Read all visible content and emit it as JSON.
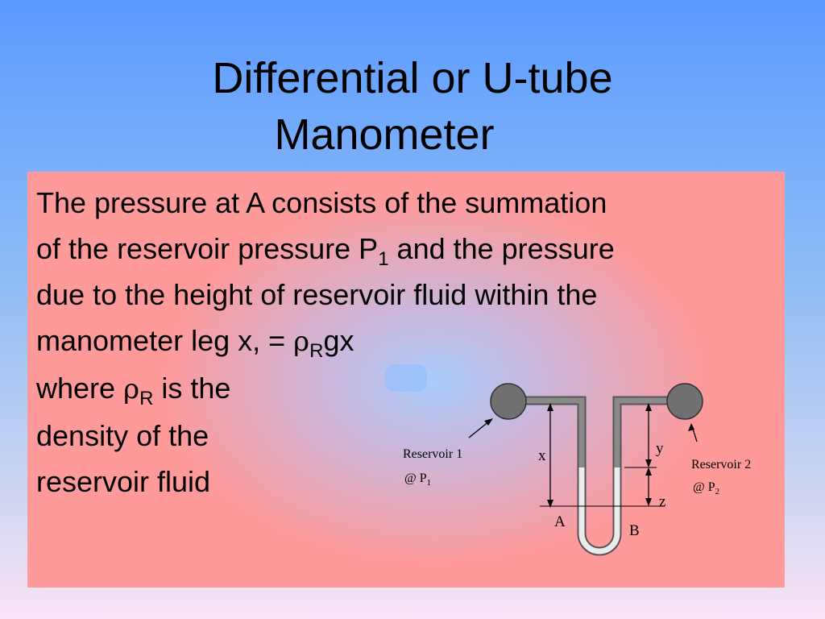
{
  "slide": {
    "title_line1": "Differential or U-tube",
    "title_line2": "Manometer",
    "body": {
      "l1": "The pressure at A consists of the summation",
      "l2_a": "of the reservoir pressure P",
      "l2_sub": "1",
      "l2_b": " and the pressure",
      "l3": "due to the height of reservoir fluid within the",
      "l4_a": "manometer leg x, = ",
      "rho": "ρ",
      "l4_sub": "R",
      "l4_b": "gx",
      "l5_a": "where ",
      "l5_sub": "R",
      "l5_b": " is the",
      "l6": "density of the",
      "l7": "reservoir fluid"
    }
  },
  "diagram": {
    "reservoir1_label": "Reservoir 1",
    "reservoir1_at": "@ P",
    "reservoir1_sub": "1",
    "reservoir2_label": "Reservoir 2",
    "reservoir2_at": "@ P",
    "reservoir2_sub": "2",
    "x": "x",
    "y": "y",
    "z": "z",
    "A": "A",
    "B": "B"
  },
  "colors": {
    "panel": "#ff9a9a",
    "reservoir": "#707070",
    "tube_fluid": "#7a7a7a",
    "manometer_fluid": "#e8e8e8"
  }
}
